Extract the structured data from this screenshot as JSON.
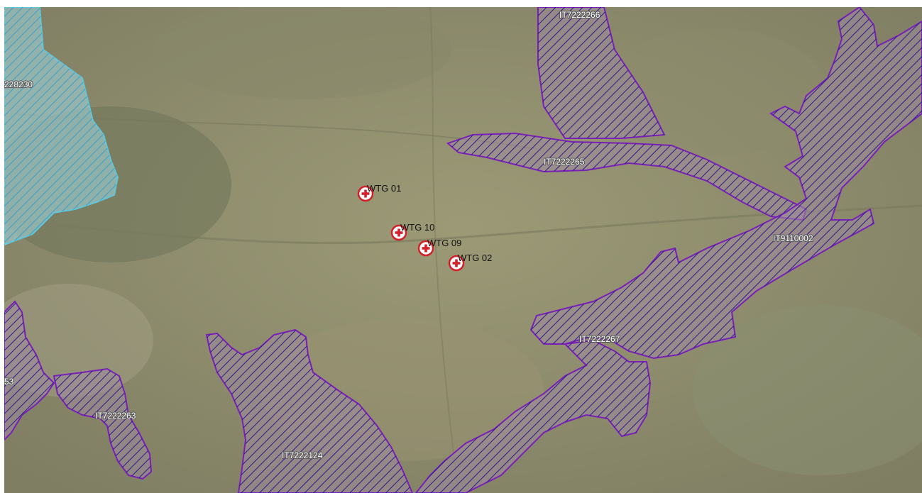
{
  "colors": {
    "terrain_base": "#8f8d6e",
    "natura_fill": "#a08aa0",
    "natura_stroke": "#7a1fb8",
    "natura_hatch": "#2a1a8c",
    "special_fill": "#9fd2da",
    "special_stroke": "#5ec8e0",
    "special_hatch": "#3aa0c8",
    "marker_ring": "#d4202a",
    "marker_fill": "#ffffff"
  },
  "icons": {
    "turbine": "circled-cross-icon"
  },
  "zones": [
    {
      "id": "IT7222266"
    },
    {
      "id": "IT7222265"
    },
    {
      "id": "IT9110002"
    },
    {
      "id": "IT7222267"
    },
    {
      "id": "IT7222263"
    },
    {
      "id": "IT7222124"
    },
    {
      "id": "53"
    },
    {
      "id": "228230"
    }
  ],
  "turbines": [
    {
      "label": "WTG 01"
    },
    {
      "label": "WTG 10"
    },
    {
      "label": "WTG 09"
    },
    {
      "label": "WTG 02"
    }
  ]
}
